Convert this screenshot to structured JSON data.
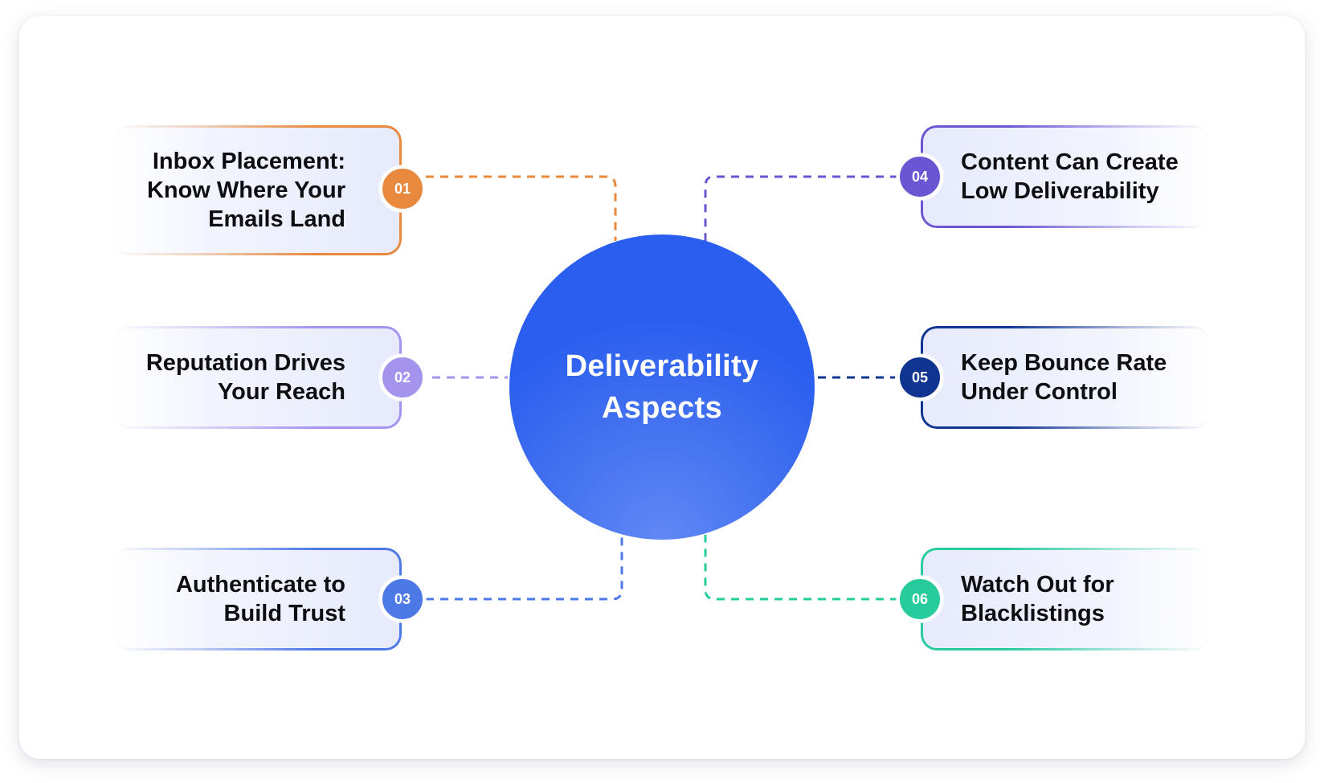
{
  "hub": {
    "title": "Deliverability Aspects"
  },
  "aspects": [
    {
      "number": "01",
      "title": "Inbox Placement: Know Where Your Emails Land",
      "lines": [
        "Inbox Placement:",
        "Know Where Your",
        "Emails Land"
      ],
      "side": "left",
      "color": "#e8893e"
    },
    {
      "number": "02",
      "title": "Reputation Drives Your Reach",
      "lines": [
        "Reputation Drives",
        "Your Reach"
      ],
      "side": "left",
      "color": "#a594ee"
    },
    {
      "number": "03",
      "title": "Authenticate to Build Trust",
      "lines": [
        "Authenticate to",
        "Build Trust"
      ],
      "side": "left",
      "color": "#4d79e6"
    },
    {
      "number": "04",
      "title": "Content Can Create Low Deliverability",
      "lines": [
        "Content Can Create",
        "Low Deliverability"
      ],
      "side": "right",
      "color": "#6a56d3"
    },
    {
      "number": "05",
      "title": "Keep Bounce Rate Under Control",
      "lines": [
        "Keep Bounce Rate",
        "Under Control"
      ],
      "side": "right",
      "color": "#0f3591"
    },
    {
      "number": "06",
      "title": "Watch Out for Blacklistings",
      "lines": [
        "Watch Out for",
        "Blacklistings"
      ],
      "side": "right",
      "color": "#28cc9c"
    }
  ]
}
